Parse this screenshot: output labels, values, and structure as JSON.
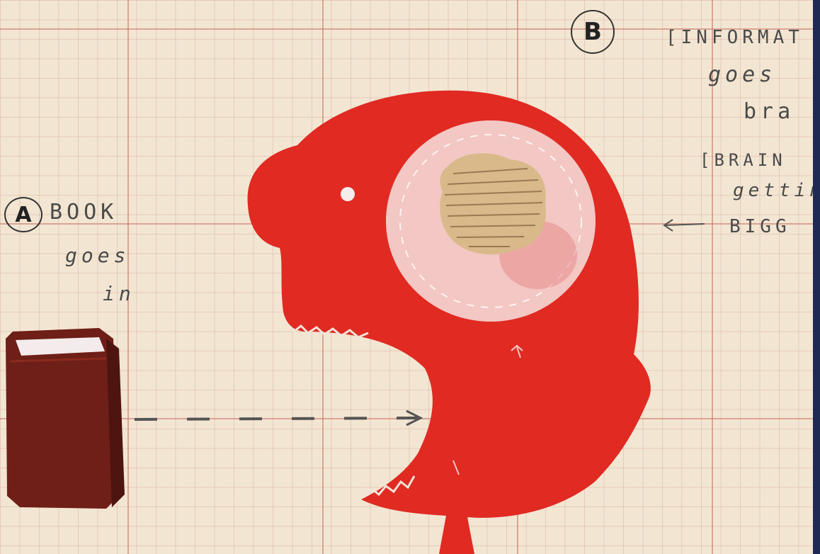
{
  "markers": {
    "a": "A",
    "b": "B"
  },
  "notes": {
    "book_line1": "BOOK",
    "book_line2": "goes",
    "book_line3": "in",
    "info_line1": "[INFORMAT",
    "info_line2": "goes",
    "info_line3": "bra",
    "brain_line1": "[BRAIN",
    "brain_line2": "gettin",
    "brain_line3": "BIGG"
  },
  "colors": {
    "paper": "#f2e6d3",
    "head_red": "#e02a22",
    "brain_pink": "#f3c7c3",
    "book_brown": "#6e1f17",
    "ink": "#4a4a4a"
  }
}
